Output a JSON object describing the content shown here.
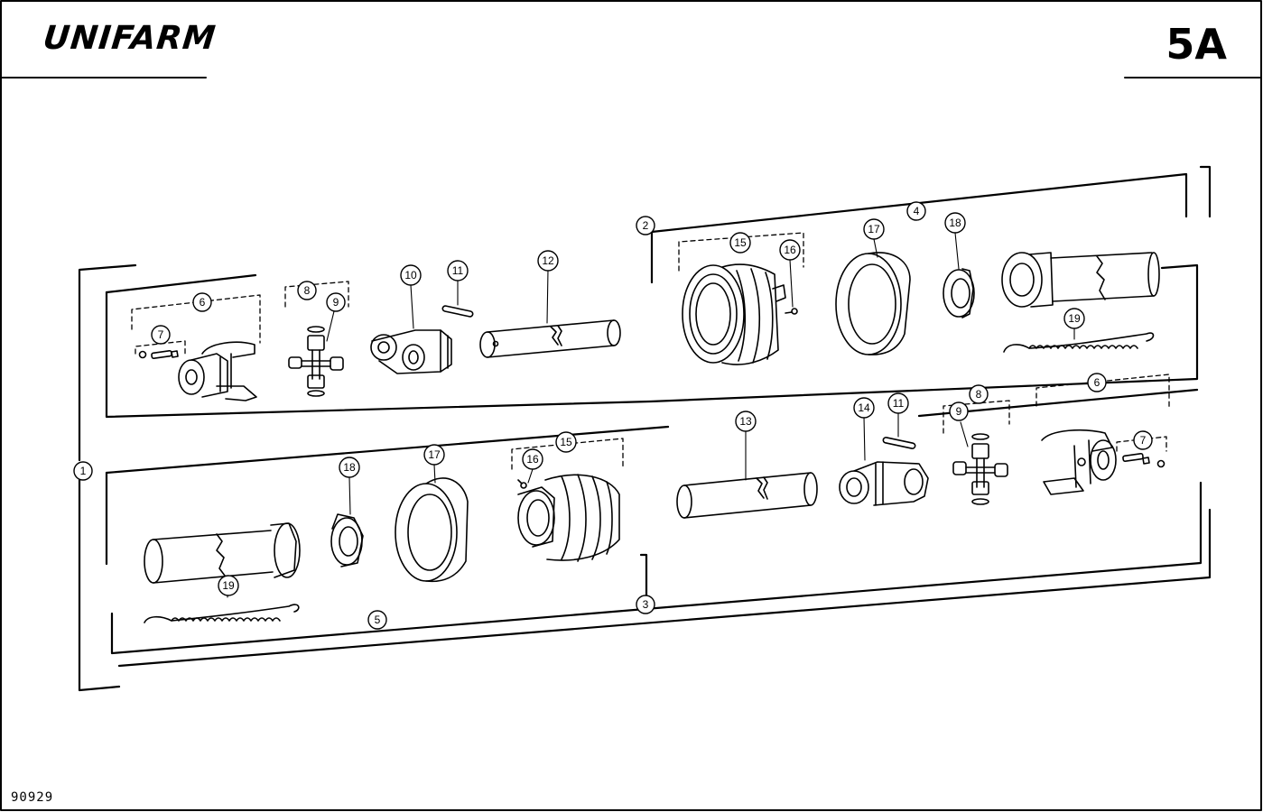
{
  "header": {
    "brand": "UNIFARM",
    "page": "5A"
  },
  "footer": {
    "drawing_number": "90929"
  },
  "callouts": {
    "c1": "1",
    "c2": "2",
    "c3": "3",
    "c4": "4",
    "c5": "5",
    "c6": "6",
    "c6b": "6",
    "c7": "7",
    "c7b": "7",
    "c8": "8",
    "c8b": "8",
    "c9": "9",
    "c9b": "9",
    "c10": "10",
    "c11": "11",
    "c11b": "11",
    "c12": "12",
    "c13": "13",
    "c14": "14",
    "c15": "15",
    "c15b": "15",
    "c16": "16",
    "c16b": "16",
    "c17": "17",
    "c17b": "17",
    "c18": "18",
    "c18b": "18",
    "c19": "19",
    "c19b": "19"
  },
  "colors": {
    "ink": "#000000",
    "paper": "#ffffff"
  }
}
